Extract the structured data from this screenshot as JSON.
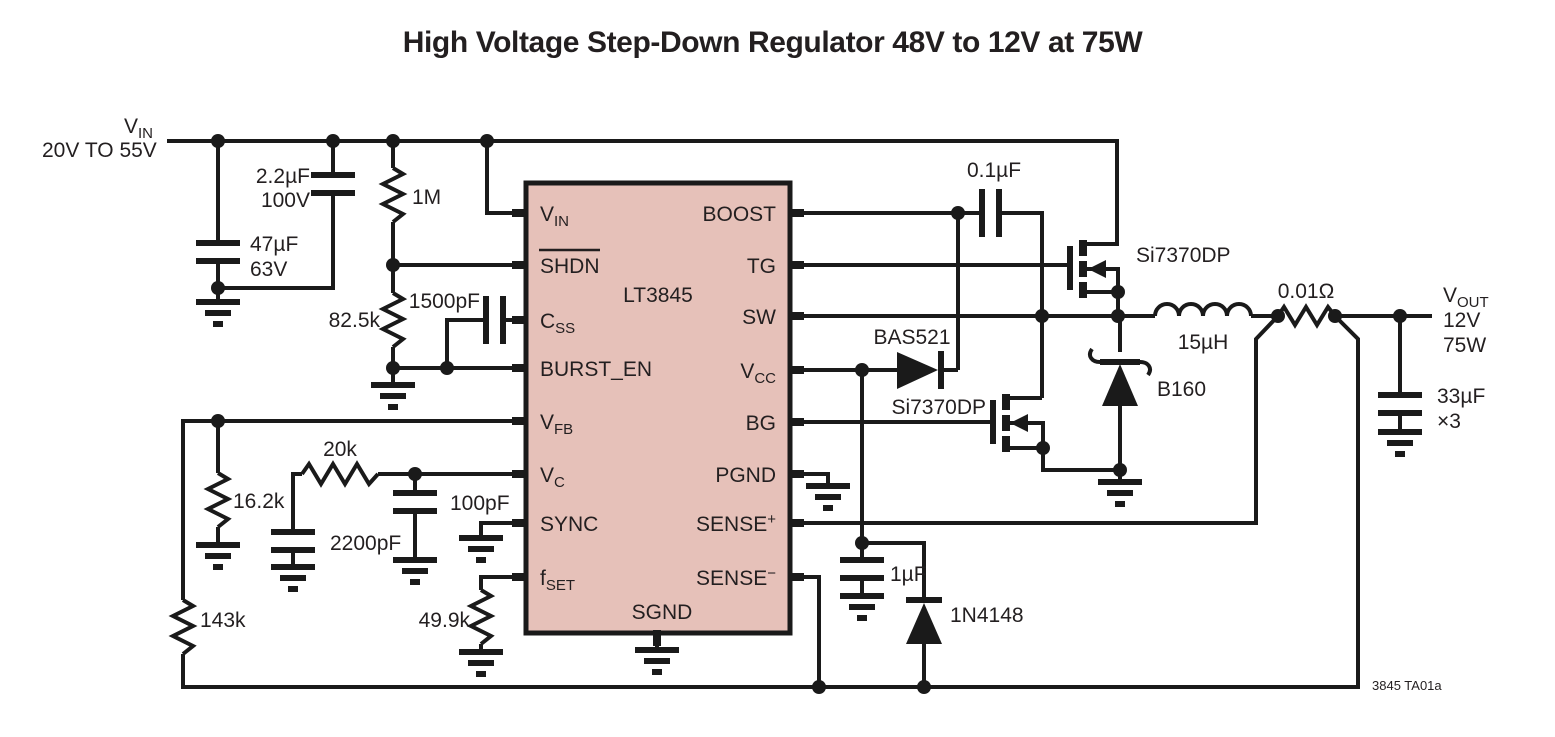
{
  "title": "High Voltage Step-Down Regulator 48V to 12V at 75W",
  "figure_label": "3845 TA01a",
  "colors": {
    "ic_fill": "#e6c1b9",
    "line": "#1a1a1a"
  },
  "input": {
    "vin_main": "V",
    "vin_sub": "IN",
    "vin_range": "20V TO 55V",
    "cap_hf_value": "2.2µF",
    "cap_hf_rating": "100V",
    "cap_bulk_value": "47µF",
    "cap_bulk_rating": "63V",
    "r_divider_top": "1M",
    "r_divider_bottom": "82.5k",
    "css_cap": "1500pF"
  },
  "ic": {
    "part": "LT3845",
    "pin_vin_main": "V",
    "pin_vin_sub": "IN",
    "pin_shdn": "SHDN",
    "pin_css_main": "C",
    "pin_css_sub": "SS",
    "pin_burst": "BURST_EN",
    "pin_vfb_main": "V",
    "pin_vfb_sub": "FB",
    "pin_vc_main": "V",
    "pin_vc_sub": "C",
    "pin_sync": "SYNC",
    "pin_fset_main": "f",
    "pin_fset_sub": "SET",
    "pin_boost": "BOOST",
    "pin_tg": "TG",
    "pin_sw": "SW",
    "pin_vcc_main": "V",
    "pin_vcc_sub": "CC",
    "pin_bg": "BG",
    "pin_pgnd": "PGND",
    "pin_sensep_main": "SENSE",
    "pin_sensep_sup": "+",
    "pin_sensen_main": "SENSE",
    "pin_sensen_sup": "−",
    "pin_sgnd": "SGND"
  },
  "comp": {
    "r_comp": "20k",
    "c_comp": "2200pF",
    "c_hf": "100pF",
    "r_fb_top": "143k",
    "r_fb_bottom": "16.2k",
    "r_fset": "49.9k"
  },
  "power": {
    "boost_cap": "0.1µF",
    "boost_diode": "BAS521",
    "fet_top": "Si7370DP",
    "fet_bottom": "Si7370DP",
    "catch_diode": "B160",
    "inductor": "15µH",
    "sense_resistor": "0.01Ω",
    "vcc_cap": "1µF",
    "vcc_diode": "1N4148"
  },
  "output": {
    "vout_main": "V",
    "vout_sub": "OUT",
    "voltage": "12V",
    "power": "75W",
    "cap_value": "33µF",
    "cap_qty": "×3"
  }
}
